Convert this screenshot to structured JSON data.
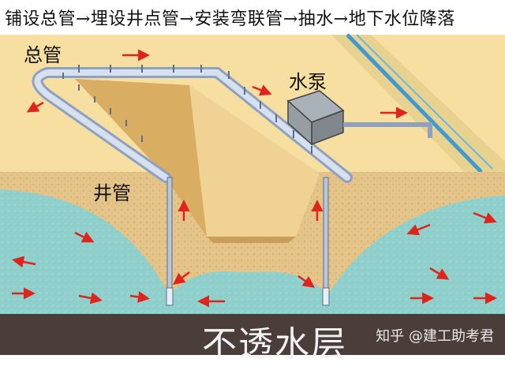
{
  "title": "铺设总管→埋设井点管→安装弯联管→抽水→地下水位降落",
  "labels": {
    "main_pipe": "总管",
    "pump": "水泵",
    "well_pipe": "井管",
    "impermeable_layer": "不透水层"
  },
  "watermark": "知乎 @建工助考君",
  "colors": {
    "ground_surface": "#f6dfa0",
    "soil": "#e6c68a",
    "water": "#8fd0cc",
    "impermeable": "#4a3d3a",
    "pipe": "#b9c6da",
    "arrow": "#e0241b",
    "river": "#3f9ad3"
  }
}
